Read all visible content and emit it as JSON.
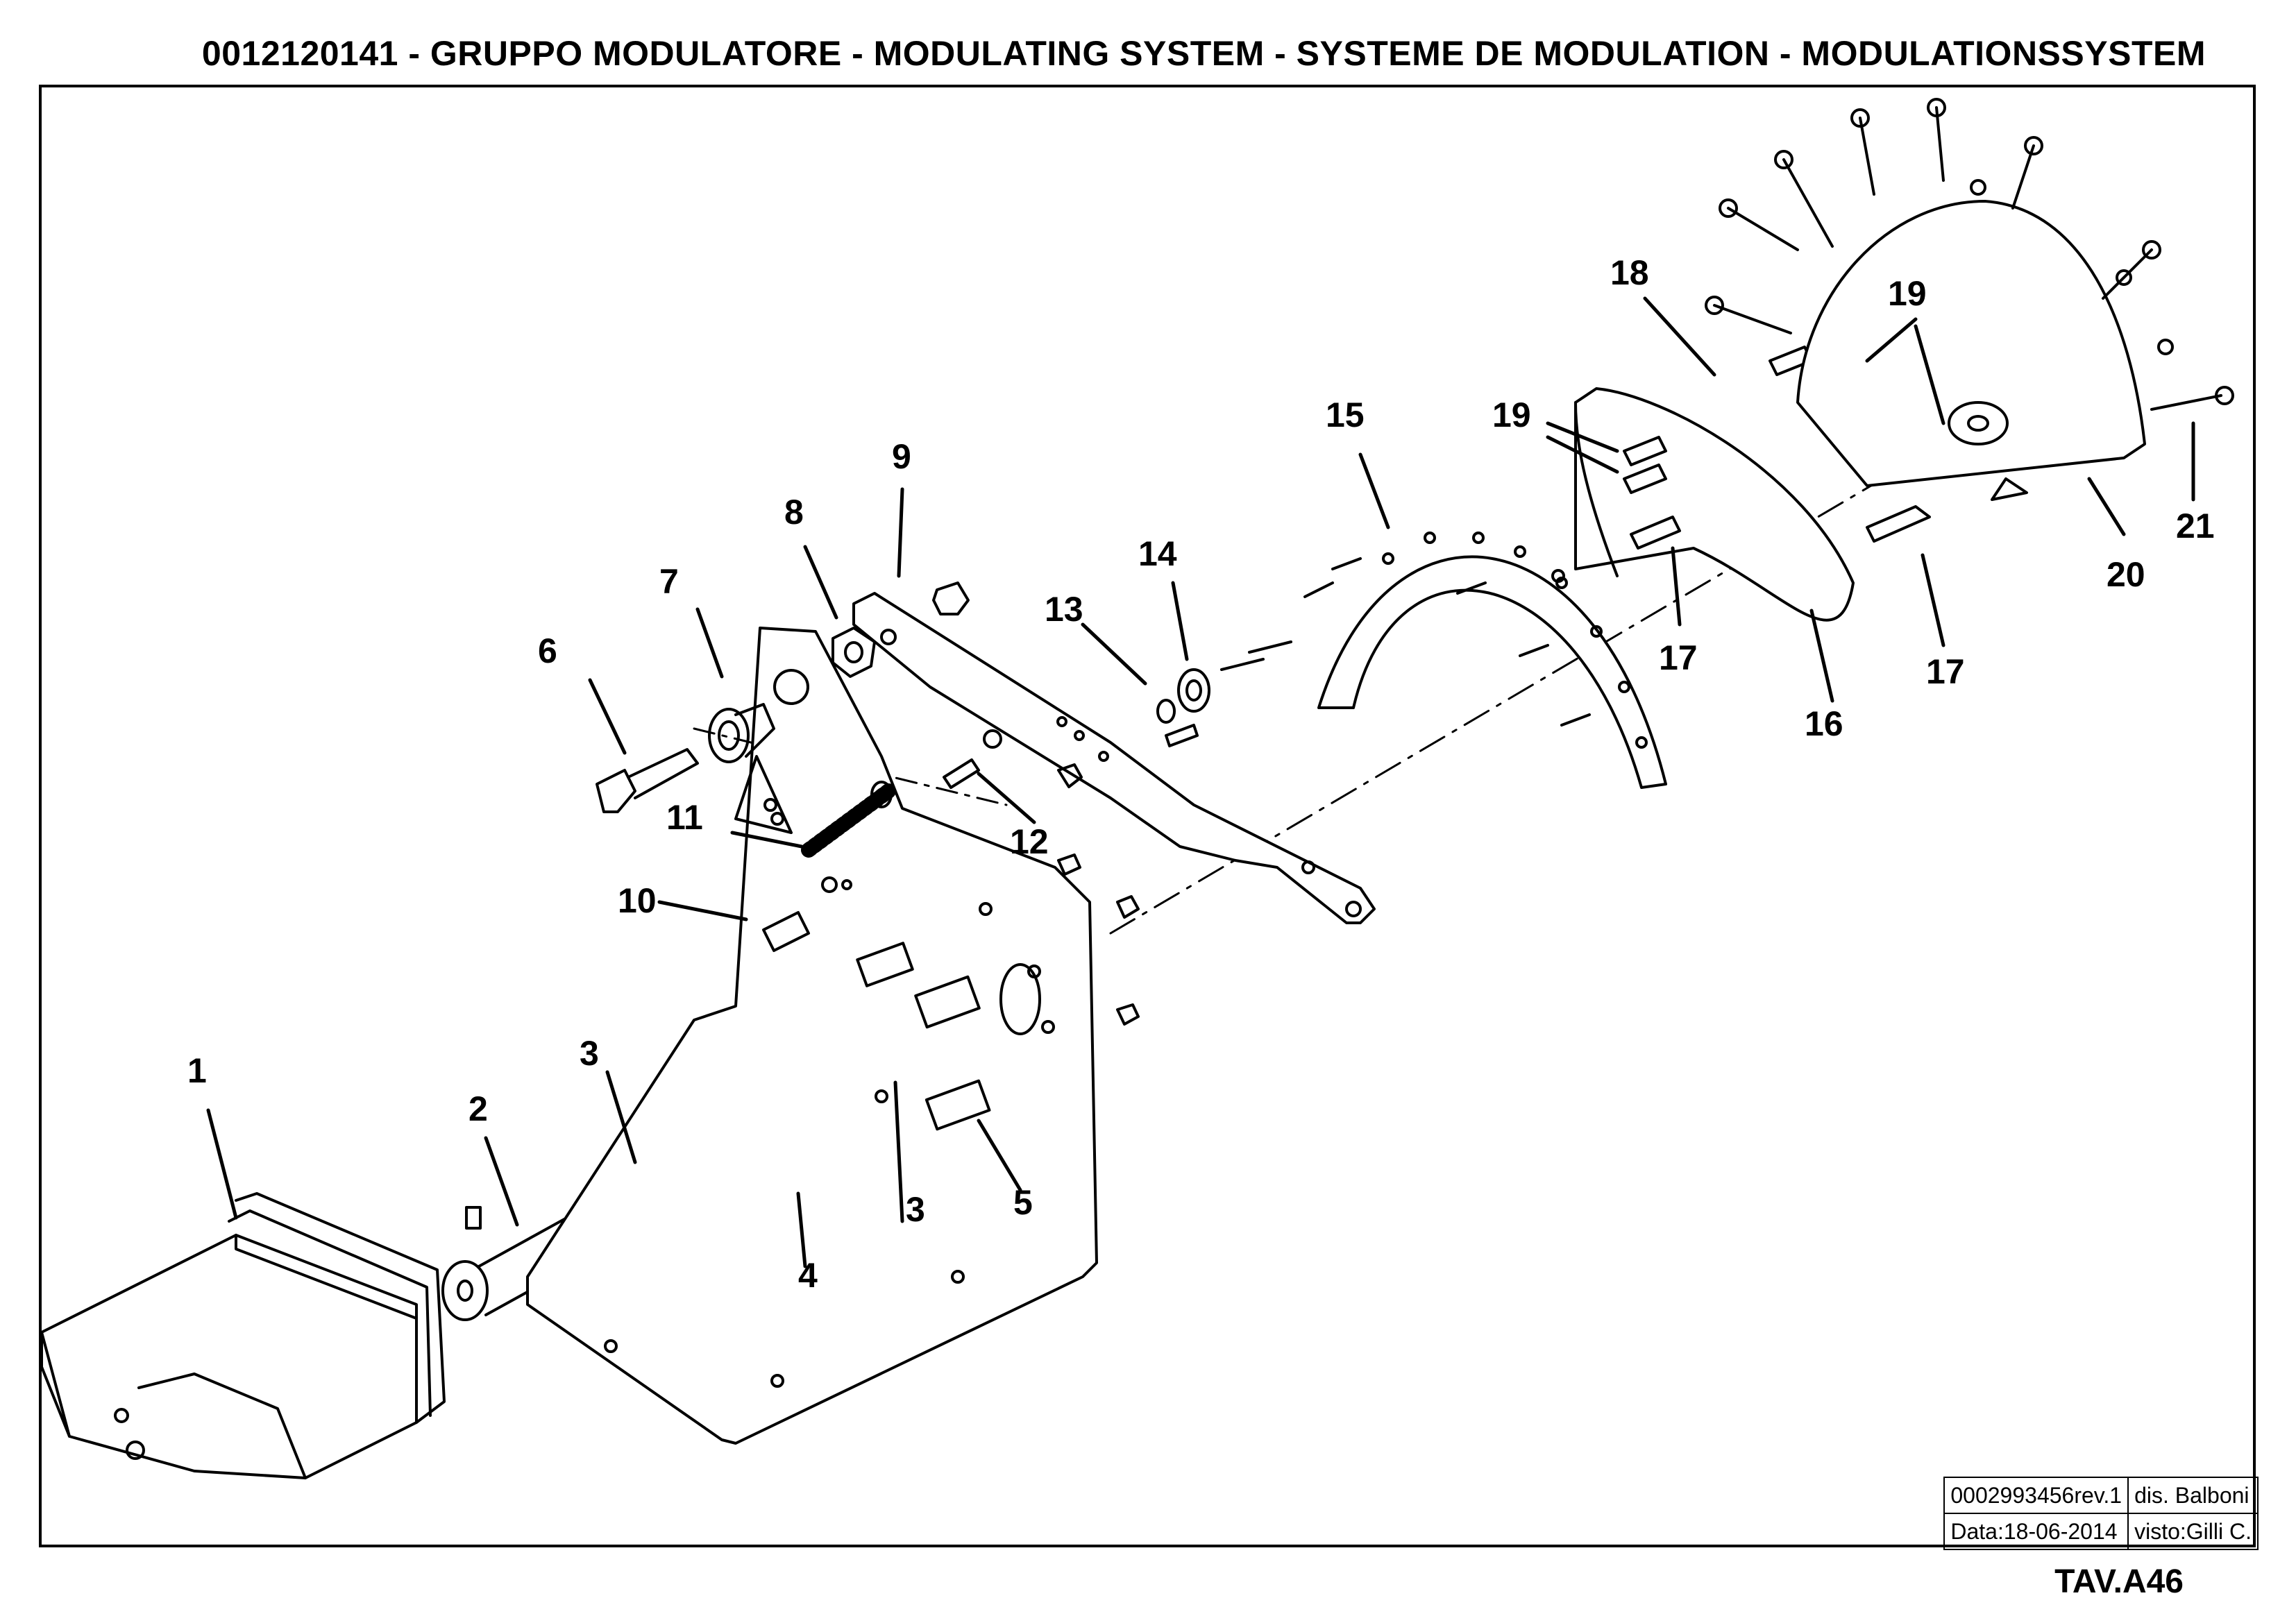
{
  "header": {
    "title": "0012120141 - GRUPPO MODULATORE - MODULATING SYSTEM - SYSTEME DE MODULATION - MODULATIONSSYSTEM"
  },
  "callouts": [
    "1",
    "2",
    "3",
    "3",
    "4",
    "5",
    "6",
    "7",
    "8",
    "9",
    "10",
    "11",
    "12",
    "13",
    "14",
    "15",
    "16",
    "17",
    "17",
    "18",
    "19",
    "19",
    "20",
    "21"
  ],
  "title_block": {
    "drawing_number": "0002993456rev.1",
    "drawn_by": "dis. Balboni",
    "date": "Data:18-06-2014",
    "checked_by": "visto:Gilli C."
  },
  "sheet": "TAV.A46"
}
